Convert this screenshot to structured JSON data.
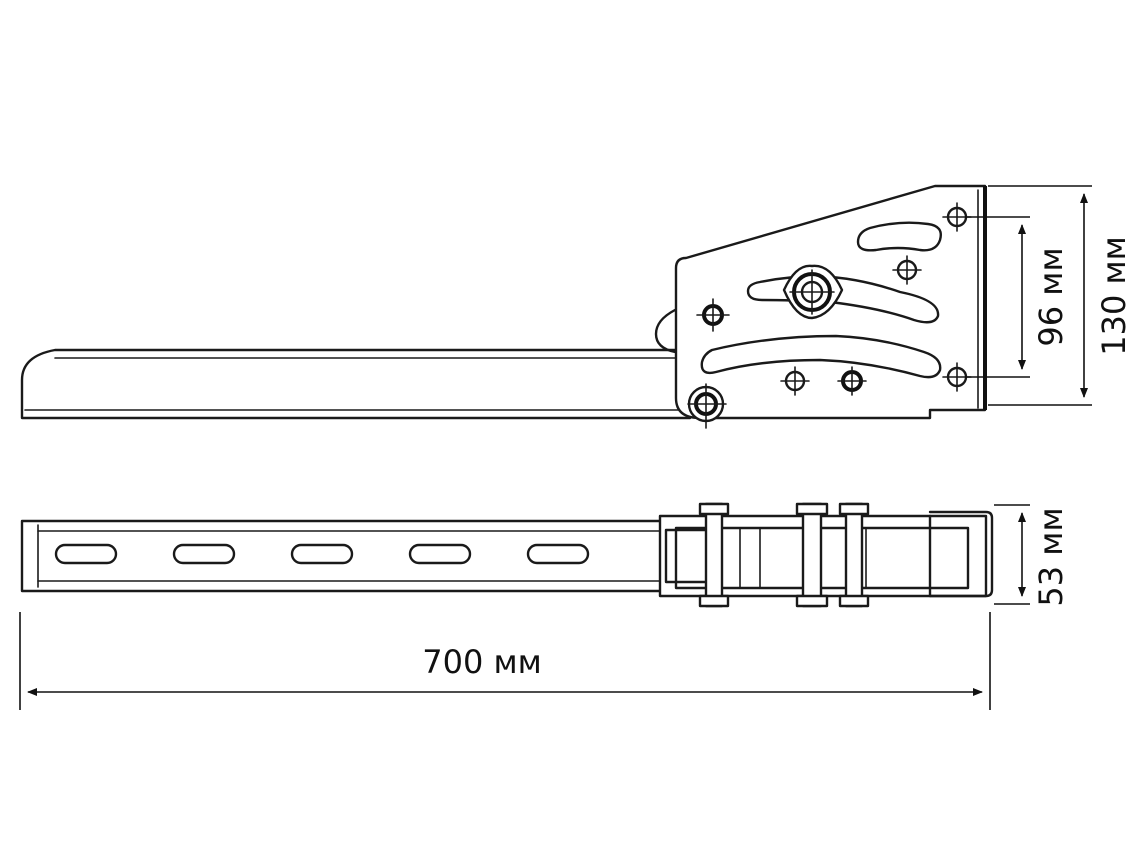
{
  "dimensions": {
    "total_length": "700 мм",
    "bracket_height": "130 мм",
    "hole_spacing": "96 мм",
    "width": "53 мм"
  }
}
